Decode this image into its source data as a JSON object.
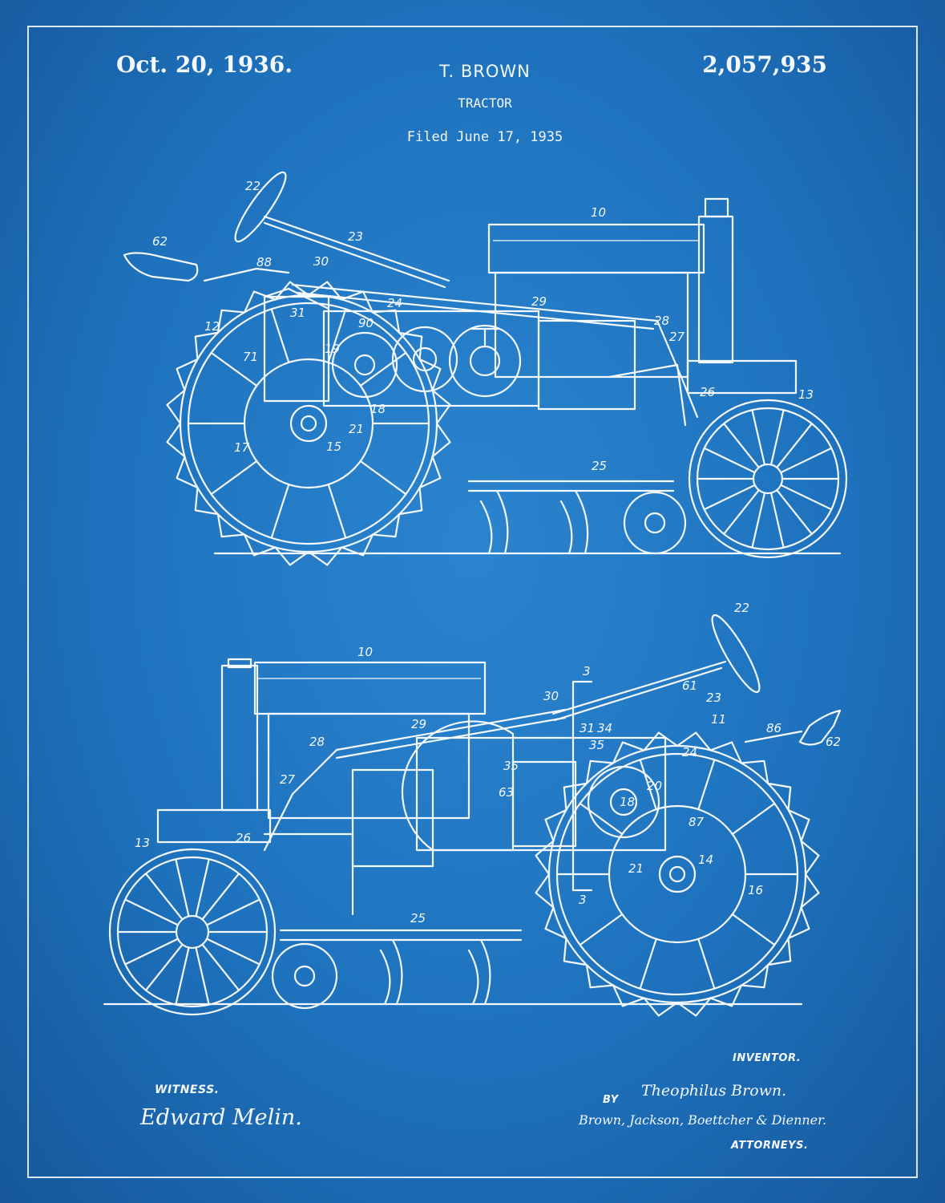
{
  "header": {
    "date": "Oct. 20, 1936.",
    "inventor": "T. BROWN",
    "patent_number": "2,057,935",
    "invention": "TRACTOR",
    "filed": "Filed June 17, 1935"
  },
  "figure1": {
    "refs": {
      "r10": "10",
      "r12": "12",
      "r13": "13",
      "r15": "15",
      "r17": "17",
      "r18": "18",
      "r19": "19",
      "r21": "21",
      "r22": "22",
      "r23": "23",
      "r24": "24",
      "r25": "25",
      "r26": "26",
      "r27": "27",
      "r28": "28",
      "r29": "29",
      "r30": "30",
      "r31": "31",
      "r62": "62",
      "r71": "71",
      "r88": "88",
      "r90": "90"
    }
  },
  "figure2": {
    "refs": {
      "r3a": "3",
      "r3b": "3",
      "r10": "10",
      "r11": "11",
      "r13": "13",
      "r14": "14",
      "r16": "16",
      "r18": "18",
      "r20": "20",
      "r21": "21",
      "r22": "22",
      "r23": "23",
      "r24": "24",
      "r25": "25",
      "r26": "26",
      "r27": "27",
      "r28": "28",
      "r29": "29",
      "r30": "30",
      "r31": "31",
      "r34": "34",
      "r35a": "35",
      "r35b": "35",
      "r61": "61",
      "r62": "62",
      "r63": "63",
      "r86": "86",
      "r87": "87"
    }
  },
  "footer": {
    "witness_label": "WITNESS.",
    "witness_signature": "Edward Melin.",
    "inventor_label": "INVENTOR.",
    "by_label": "BY",
    "inventor_signature": "Theophilus Brown.",
    "attorney_signature": "Brown, Jackson, Boettcher & Dienner.",
    "attorneys_label": "ATTORNEYS."
  },
  "colors": {
    "background": "#1e72bd",
    "ink": "#f4f8ff"
  }
}
